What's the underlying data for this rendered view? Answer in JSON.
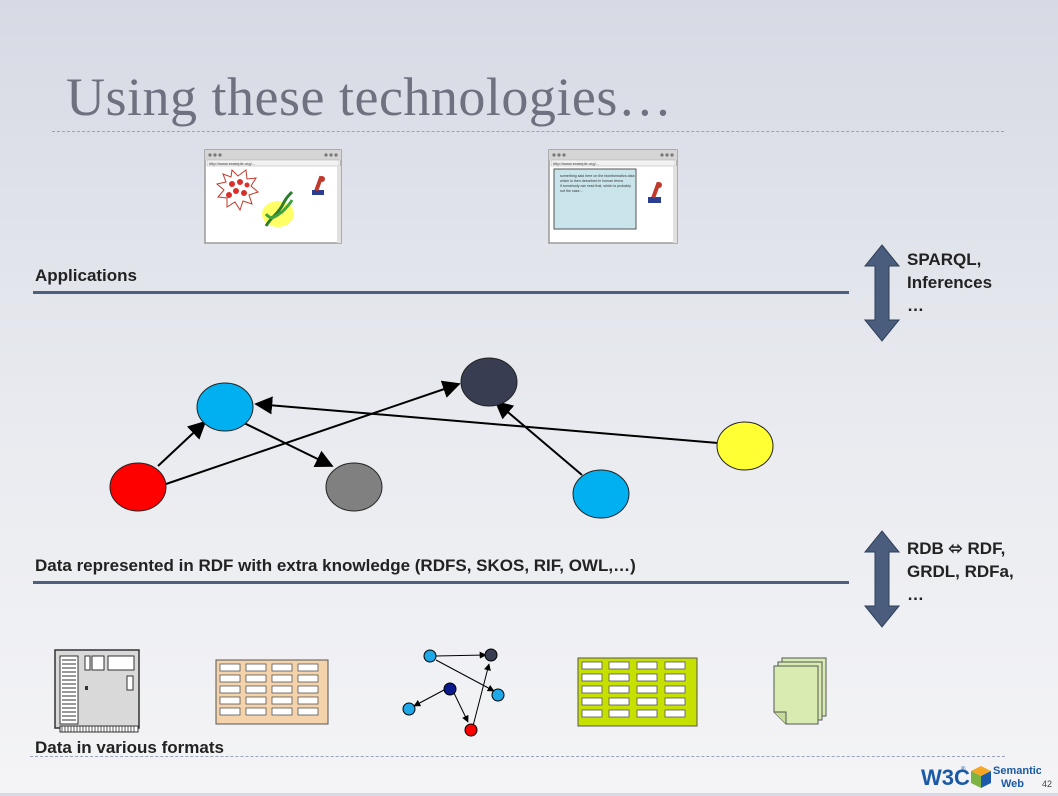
{
  "slide": {
    "title": "Using these technologies…",
    "page_number": "42"
  },
  "layers": {
    "applications": "Applications",
    "rdf_data": "Data represented in RDF with extra knowledge (RDFS, SKOS, RIF, OWL,…)",
    "formats": "Data in various formats"
  },
  "side_notes": {
    "top": [
      "SPARQL,",
      "Inferences",
      "…"
    ],
    "bottom": [
      "RDB ⬄ RDF,",
      "GRDL, RDFa,",
      "…"
    ]
  },
  "browser_windows": {
    "url_text": "http://www.example.org/...",
    "text_lines": [
      "something said here on the bioinformatics data",
      "which is then described in human terms",
      "if somebody can read that, which is probably",
      "not the case..."
    ]
  },
  "logo": {
    "w3c": "W3C",
    "registered": "®",
    "line1": "Semantic",
    "line2": "Web"
  },
  "colors": {
    "node_red": "#ff0000",
    "node_blue": "#00b0f0",
    "node_dark": "#383d52",
    "node_gray": "#808080",
    "node_yellow": "#ffff33",
    "rule": "#4c5f7d",
    "arrow_fill": "#4a5d7c"
  }
}
